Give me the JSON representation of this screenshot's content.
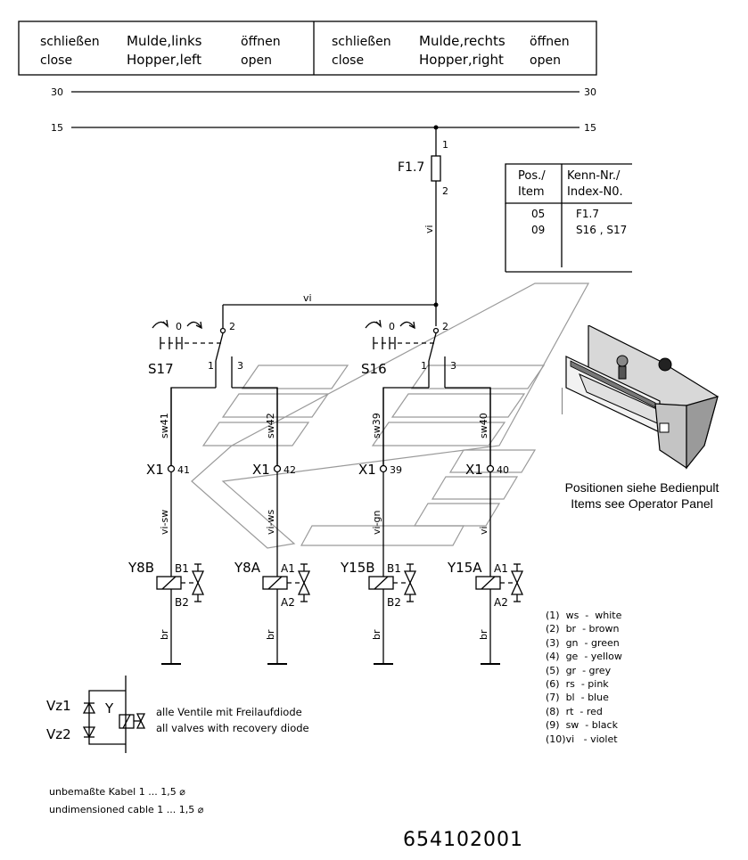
{
  "header": {
    "left": {
      "close_de": "schließen",
      "close_en": "close",
      "name_de": "Mulde,links",
      "name_en": "Hopper,left",
      "open_de": "öffnen",
      "open_en": "open"
    },
    "right": {
      "close_de": "schließen",
      "close_en": "close",
      "name_de": "Mulde,rechts",
      "name_en": "Hopper,right",
      "open_de": "öffnen",
      "open_en": "open"
    }
  },
  "rails": {
    "r30": "30",
    "r15": "15"
  },
  "fuse": {
    "label": "F1.7",
    "pin_top": "1",
    "pin_bottom": "2",
    "wire": "vi"
  },
  "bus_wire": "vi",
  "parts_table": {
    "headers": [
      "Pos./\nItem",
      "Kenn-Nr./\nIndex-N0."
    ],
    "header_lines": {
      "pos1": "Pos./",
      "pos2": "Item",
      "kenn1": "Kenn-Nr./",
      "kenn2": "Index-N0."
    },
    "rows": [
      {
        "pos": "05",
        "id": "F1.7"
      },
      {
        "pos": "09",
        "id": "S16 , S17"
      }
    ]
  },
  "switches": [
    {
      "label": "S17",
      "pin_common": "2",
      "pin_a": "1",
      "pin_b": "3",
      "pos0": "0"
    },
    {
      "label": "S16",
      "pin_common": "2",
      "pin_a": "1",
      "pin_b": "3",
      "pos0": "0"
    }
  ],
  "channels": [
    {
      "wire_top": "sw41",
      "terminal": "X1",
      "term_no": "41",
      "wire_bottom": "vi-sw",
      "valve": "Y8B",
      "p1": "B1",
      "p2": "B2",
      "ground_wire": "br"
    },
    {
      "wire_top": "sw42",
      "terminal": "X1",
      "term_no": "42",
      "wire_bottom": "vi-ws",
      "valve": "Y8A",
      "p1": "A1",
      "p2": "A2",
      "ground_wire": "br"
    },
    {
      "wire_top": "sw39",
      "terminal": "X1",
      "term_no": "39",
      "wire_bottom": "vi-gn",
      "valve": "Y15B",
      "p1": "B1",
      "p2": "B2",
      "ground_wire": "br"
    },
    {
      "wire_top": "sw40",
      "terminal": "X1",
      "term_no": "40",
      "wire_bottom": "vi",
      "valve": "Y15A",
      "p1": "A1",
      "p2": "A2",
      "ground_wire": "br"
    }
  ],
  "panel_caption": {
    "de": "Positionen siehe Bedienpult",
    "en": "Items see Operator Panel"
  },
  "color_legend": [
    "(1)  ws  -  white",
    "(2)  br  - brown",
    "(3)  gn  - green",
    "(4)  ge  - yellow",
    "(5)  gr  - grey",
    "(6)  rs  - pink",
    "(7)  bl  - blue",
    "(8)  rt  - red",
    "(9)  sw  - black",
    "(10)vi   - violet"
  ],
  "diode_note": {
    "vz1": "Vz1",
    "vz2": "Vz2",
    "y": "Y",
    "de": "alle Ventile mit Freilaufdiode",
    "en": "all valves with recovery diode"
  },
  "cable_note": {
    "de": "unbemaßte Kabel 1 ... 1,5 ⌀",
    "en": "undimensioned cable 1 ... 1,5 ⌀"
  },
  "doc_number": "654102001"
}
